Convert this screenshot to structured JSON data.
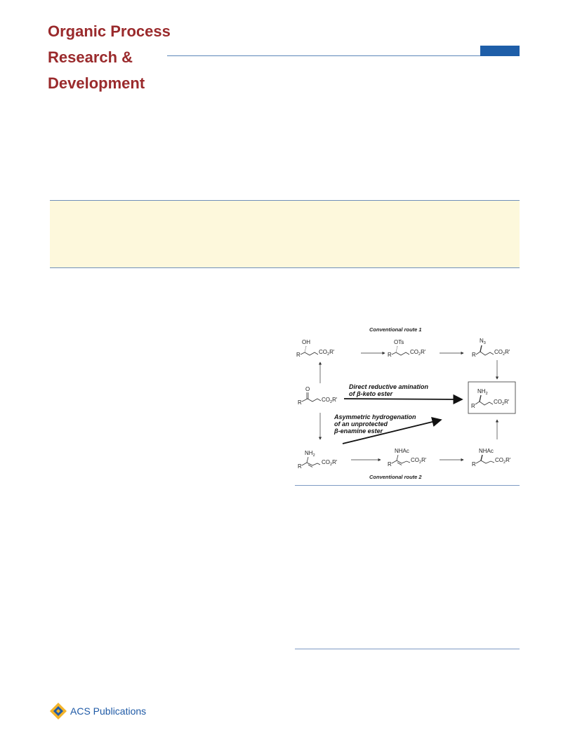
{
  "journal": {
    "title_lines": [
      "Organic Process",
      "Research &",
      "Development"
    ]
  },
  "publisher": {
    "name": "ACS Publications"
  },
  "scheme": {
    "route1_label": "Conventional route 1",
    "route2_label": "Conventional route 2",
    "direct_label_line1": "Direct reductive amination",
    "direct_label_line2": "of β-keto ester",
    "asym_label_line1": "Asymmetric hydrogenation",
    "asym_label_line2": "of an unprotected",
    "asym_label_line3": "β-enamine ester",
    "groups": {
      "oh": "OH",
      "ots": "OTs",
      "n3": "N",
      "n3_sub": "3",
      "o": "O",
      "nh2": "NH",
      "nh2_sub": "2",
      "nhac": "NHAc",
      "r": "R",
      "co2r": "CO",
      "co2r_sub": "2",
      "co2r_tail": "R'"
    }
  }
}
